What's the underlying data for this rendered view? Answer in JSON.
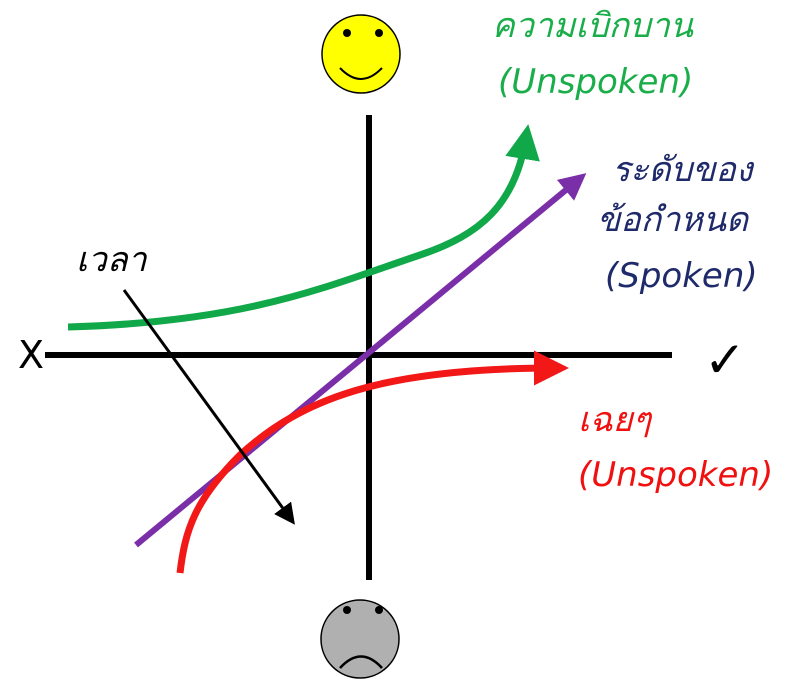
{
  "labels": {
    "delighter_thai": "ความเบิกบาน",
    "delighter_en": "(Unspoken)",
    "requirement_thai_1": "ระดับของ",
    "requirement_thai_2": "ข้อกำหนด",
    "requirement_en": "(Spoken)",
    "basic_thai": "เฉยๆ",
    "basic_en": "(Unspoken)",
    "time": "เวลา",
    "x_mark": "X",
    "check_mark": "✓"
  },
  "colors": {
    "delighter_curve": "#11a84a",
    "requirement_line": "#7a2fa8",
    "basic_curve": "#f21818",
    "axes": "#000000",
    "happy_face": "#ffff00",
    "sad_face": "#b0b0b0"
  },
  "icons": {
    "top": "happy-face-icon",
    "bottom": "sad-face-icon"
  }
}
